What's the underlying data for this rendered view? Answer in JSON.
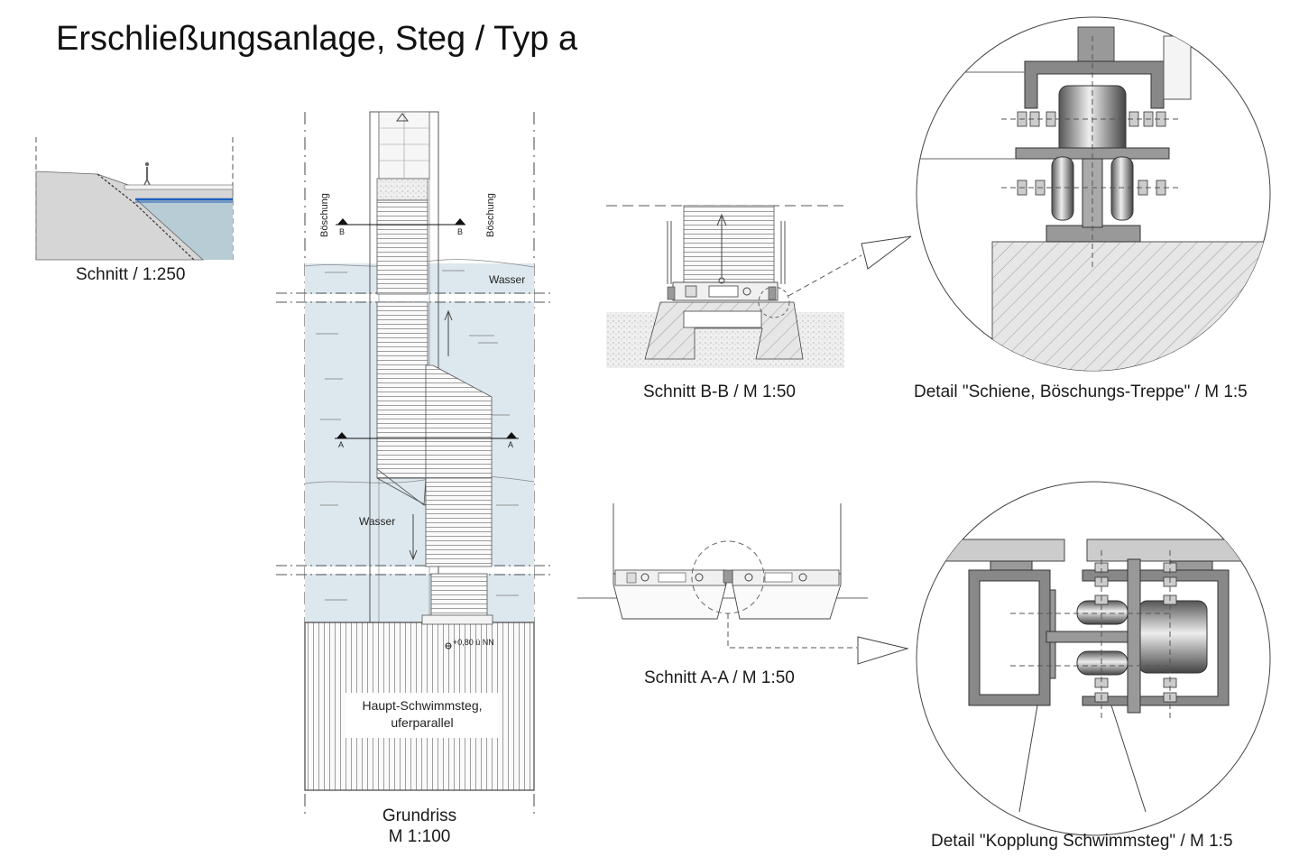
{
  "title": "Erschließungsanlage, Steg / Typ a",
  "section_small": {
    "caption": "Schnitt / 1:250"
  },
  "plan": {
    "caption_line1": "Grundriss",
    "caption_line2": "M 1:100",
    "label_boeschung_left": "Böschung",
    "label_boeschung_right": "Böschung",
    "label_wasser_top": "Wasser",
    "label_wasser_mid": "Wasser",
    "marker_b": "B",
    "marker_a": "A",
    "level_note": "+0,80 ü NN",
    "pontoon_line1": "Haupt-Schwimmsteg,",
    "pontoon_line2": "uferparallel"
  },
  "section_bb": {
    "caption": "Schnitt B-B / M 1:50"
  },
  "section_aa": {
    "caption": "Schnitt A-A / M 1:50"
  },
  "detail_rail": {
    "caption": "Detail \"Schiene, Böschungs-Treppe\" / M 1:5"
  },
  "detail_coupling": {
    "caption": "Detail \"Kopplung Schwimmsteg\" / M 1:5"
  },
  "colors": {
    "water": "#d6e3ea",
    "water_line": "#1f5fbf",
    "hatch": "#888888",
    "steel": "#8a8a8a"
  }
}
